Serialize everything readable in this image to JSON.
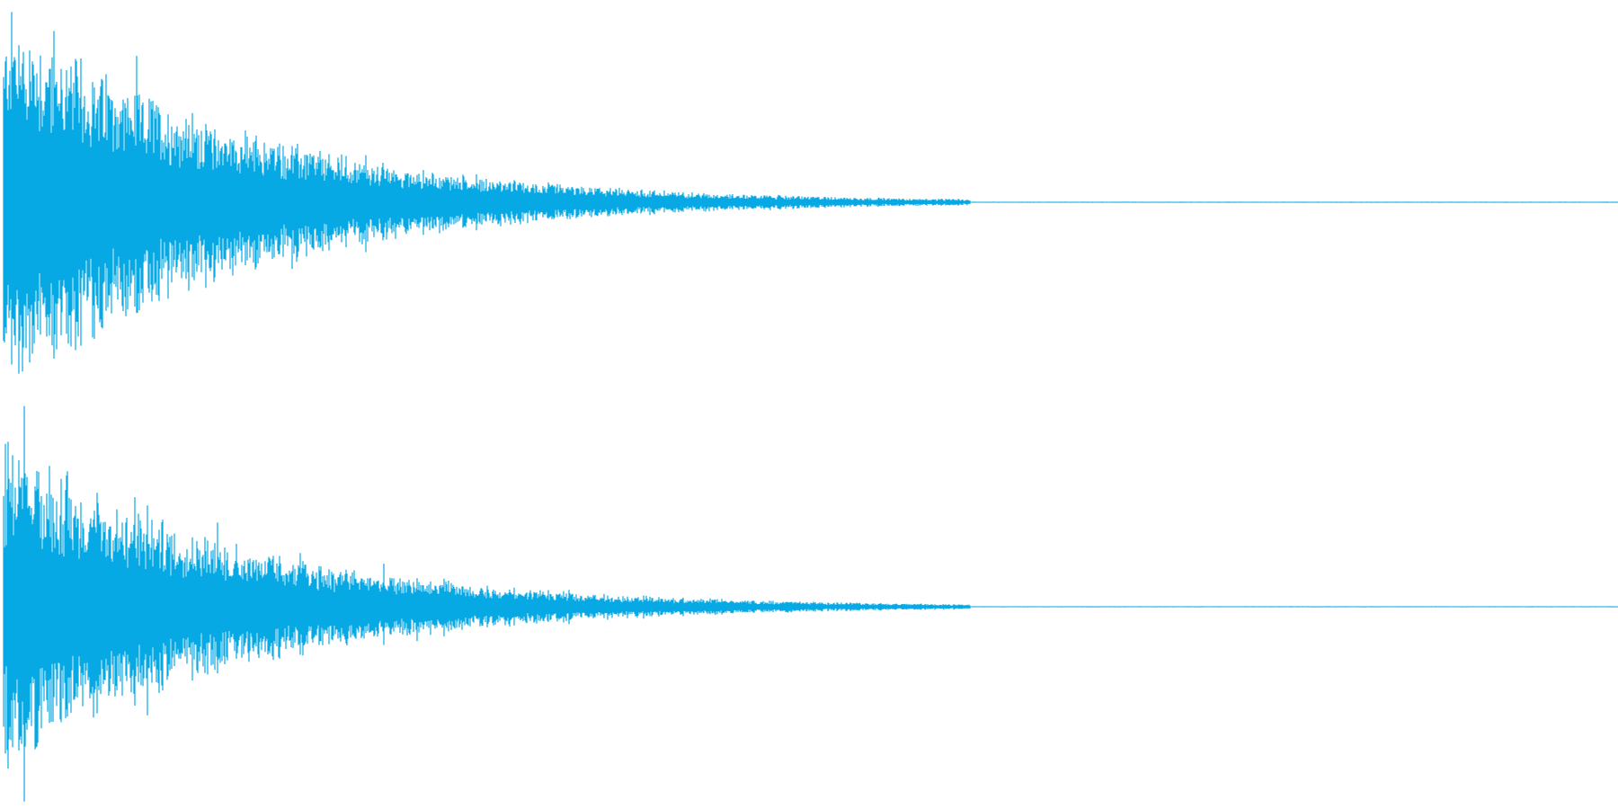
{
  "waveform": {
    "color": "#07a9e4",
    "background": "#ffffff",
    "channels": [
      {
        "name": "",
        "envelope": {
          "peak_level": 1.0,
          "decay": "exponential",
          "audible_until_fraction": 0.6,
          "silent_tail": true
        }
      },
      {
        "name": "",
        "envelope": {
          "peak_level": 0.85,
          "decay": "exponential",
          "audible_until_fraction": 0.6,
          "silent_tail": true
        }
      }
    ]
  }
}
